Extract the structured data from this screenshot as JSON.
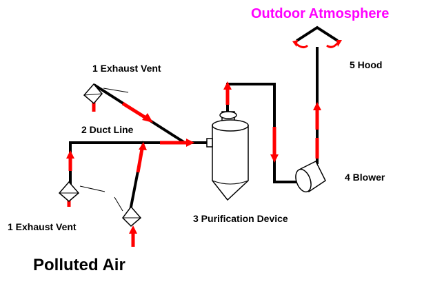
{
  "labels": {
    "outdoor": "Outdoor Atmosphere",
    "hood": "5 Hood",
    "exhaust_top": "1 Exhaust Vent",
    "duct": "2 Duct Line",
    "blower": "4 Blower",
    "purification": "3 Purification Device",
    "exhaust_bottom": "1 Exhaust Vent",
    "polluted": "Polluted Air"
  },
  "colors": {
    "flow": "#ff0000",
    "accent": "#ff00ff",
    "line": "#000000"
  }
}
